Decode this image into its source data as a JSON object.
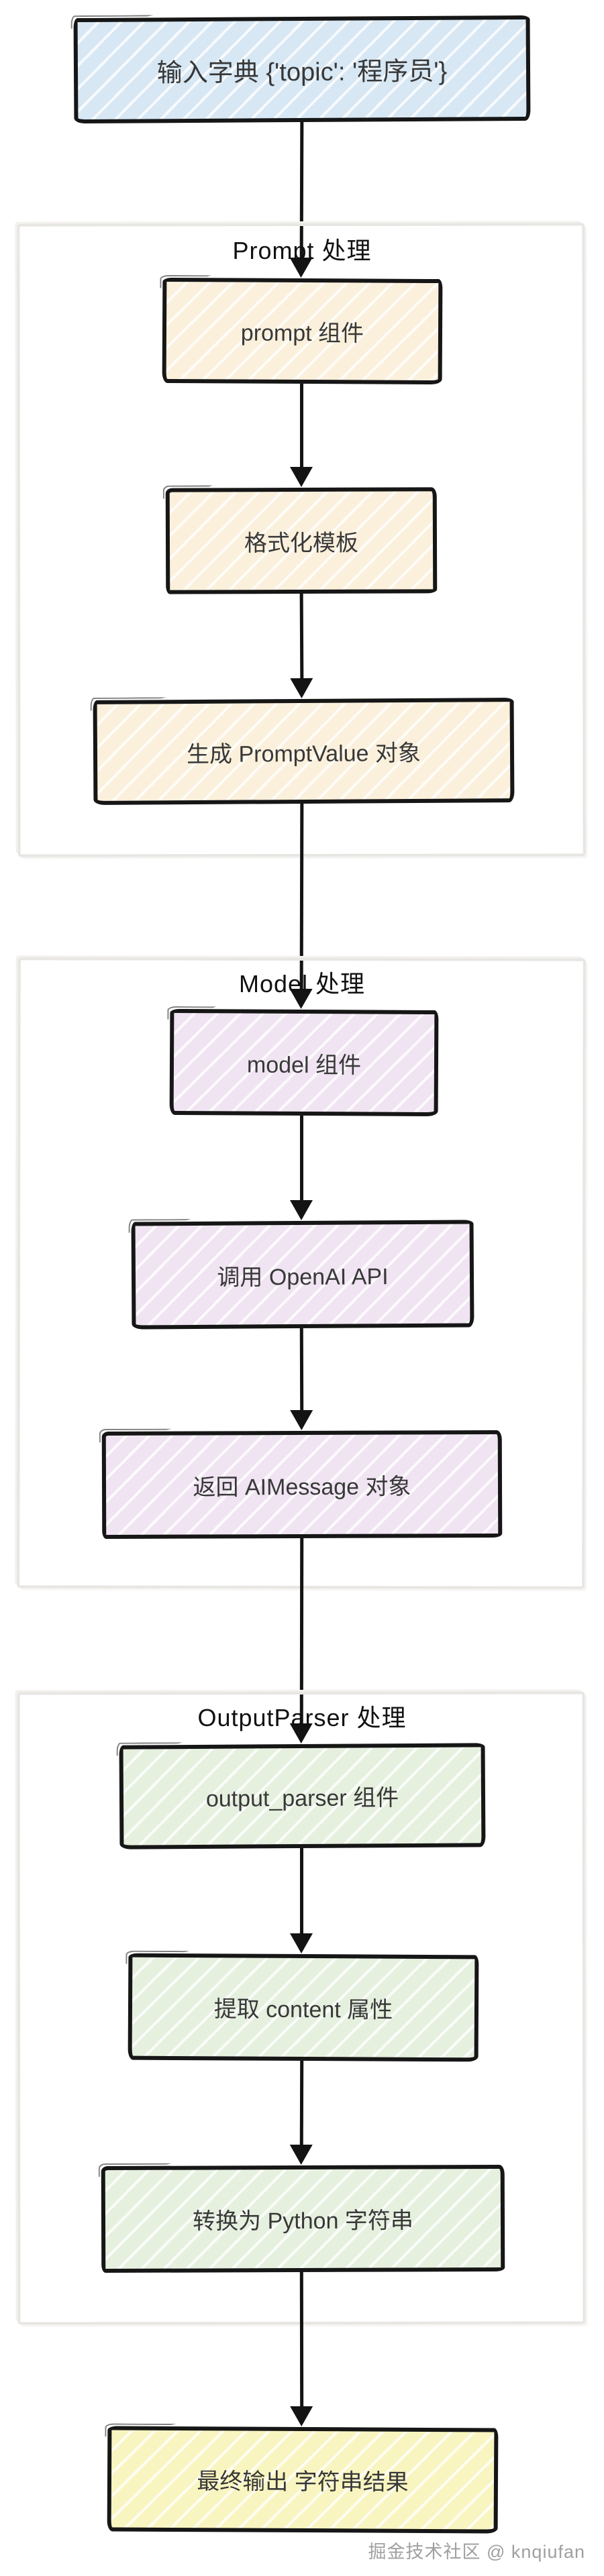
{
  "diagram": {
    "input_box": {
      "label": "输入字典 {'topic': '程序员'}"
    },
    "groups": [
      {
        "title": "Prompt 处理",
        "boxes": [
          {
            "label": "prompt 组件"
          },
          {
            "label": "格式化模板"
          },
          {
            "label": "生成 PromptValue 对象"
          }
        ]
      },
      {
        "title": "Model 处理",
        "boxes": [
          {
            "label": "model 组件"
          },
          {
            "label": "调用 OpenAI API"
          },
          {
            "label": "返回 AIMessage 对象"
          }
        ]
      },
      {
        "title": "OutputParser 处理",
        "boxes": [
          {
            "label": "output_parser 组件"
          },
          {
            "label": "提取 content 属性"
          },
          {
            "label": "转换为 Python 字符串"
          }
        ]
      }
    ],
    "final_box": {
      "label": "最终输出 字符串结果"
    },
    "watermark": "掘金技术社区 @ knqiufan",
    "colors": {
      "input_fill": "#d7e7f4",
      "prompt_fill": "#fbf0db",
      "model_fill": "#f0e4f2",
      "parser_fill": "#e6f0df",
      "final_fill": "#f9f5c0",
      "box_border": "#161616",
      "group_border": "#e8e6e3",
      "arrow": "#131313",
      "box_text": "#383838",
      "group_title_text": "#111111",
      "watermark_text": "#a0a0a0"
    }
  }
}
